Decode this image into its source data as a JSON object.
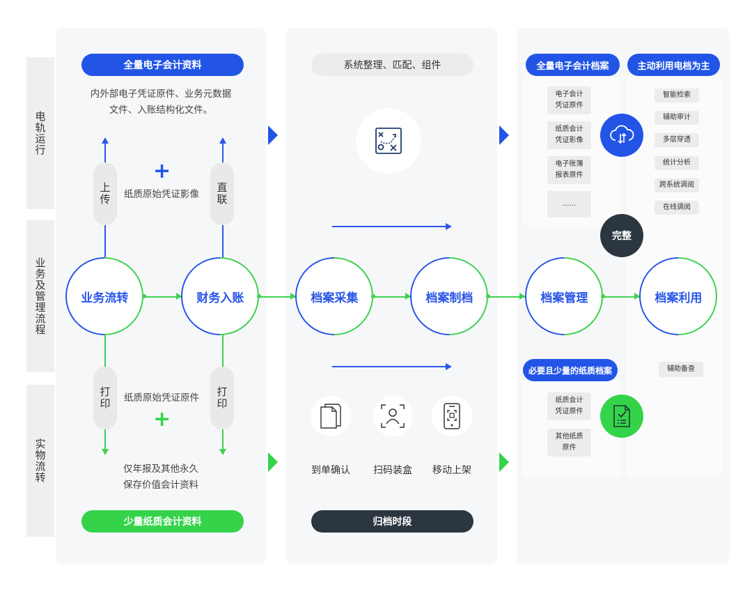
{
  "row_labels": {
    "top": "电轨运行",
    "middle": "业务及管理流程",
    "bottom": "实物流转"
  },
  "col1": {
    "top_pill": "全量电子会计资料",
    "top_desc_line1": "内外部电子凭证原件、业务元数据",
    "top_desc_line2": "文件、入账结构化文件。",
    "upload_label": "上传",
    "direct_label": "直联",
    "paper_image_label": "纸质原始凭证影像",
    "print_label_left": "打印",
    "print_label_right": "打印",
    "paper_original_label": "纸质原始凭证原件",
    "bottom_desc_line1": "仅年报及其他永久",
    "bottom_desc_line2": "保存价值会计资料",
    "bottom_pill": "少量纸质会计资料",
    "plus_top": "+",
    "plus_bottom": "+"
  },
  "col2": {
    "top_pill": "系统整理、匹配、组件",
    "steps": [
      "到单确认",
      "扫码装盒",
      "移动上架"
    ],
    "bottom_pill": "归档时段"
  },
  "col3": {
    "pill_left": "全量电子会计档案",
    "pill_right": "主动利用电档为主",
    "e_archive_tags": [
      "电子会计\n凭证原件",
      "纸质会计\n凭证影像",
      "电子账簿\n报表原件",
      "......"
    ],
    "use_tags": [
      "智能检索",
      "辅助审计",
      "多层穿透",
      "统计分析",
      "跨系统调阅",
      "在线调阅"
    ],
    "complete_label": "完整",
    "paper_pill": "必要且少量的纸质档案",
    "paper_tags": [
      "纸质会计\n凭证原件",
      "其他纸质\n原件"
    ],
    "aux_tag": "辅助备查"
  },
  "process": [
    "业务流转",
    "财务入账",
    "档案采集",
    "档案制档",
    "档案管理",
    "档案利用"
  ],
  "colors": {
    "blue": "#2255e6",
    "green": "#34d34a",
    "dark": "#2b3640"
  }
}
